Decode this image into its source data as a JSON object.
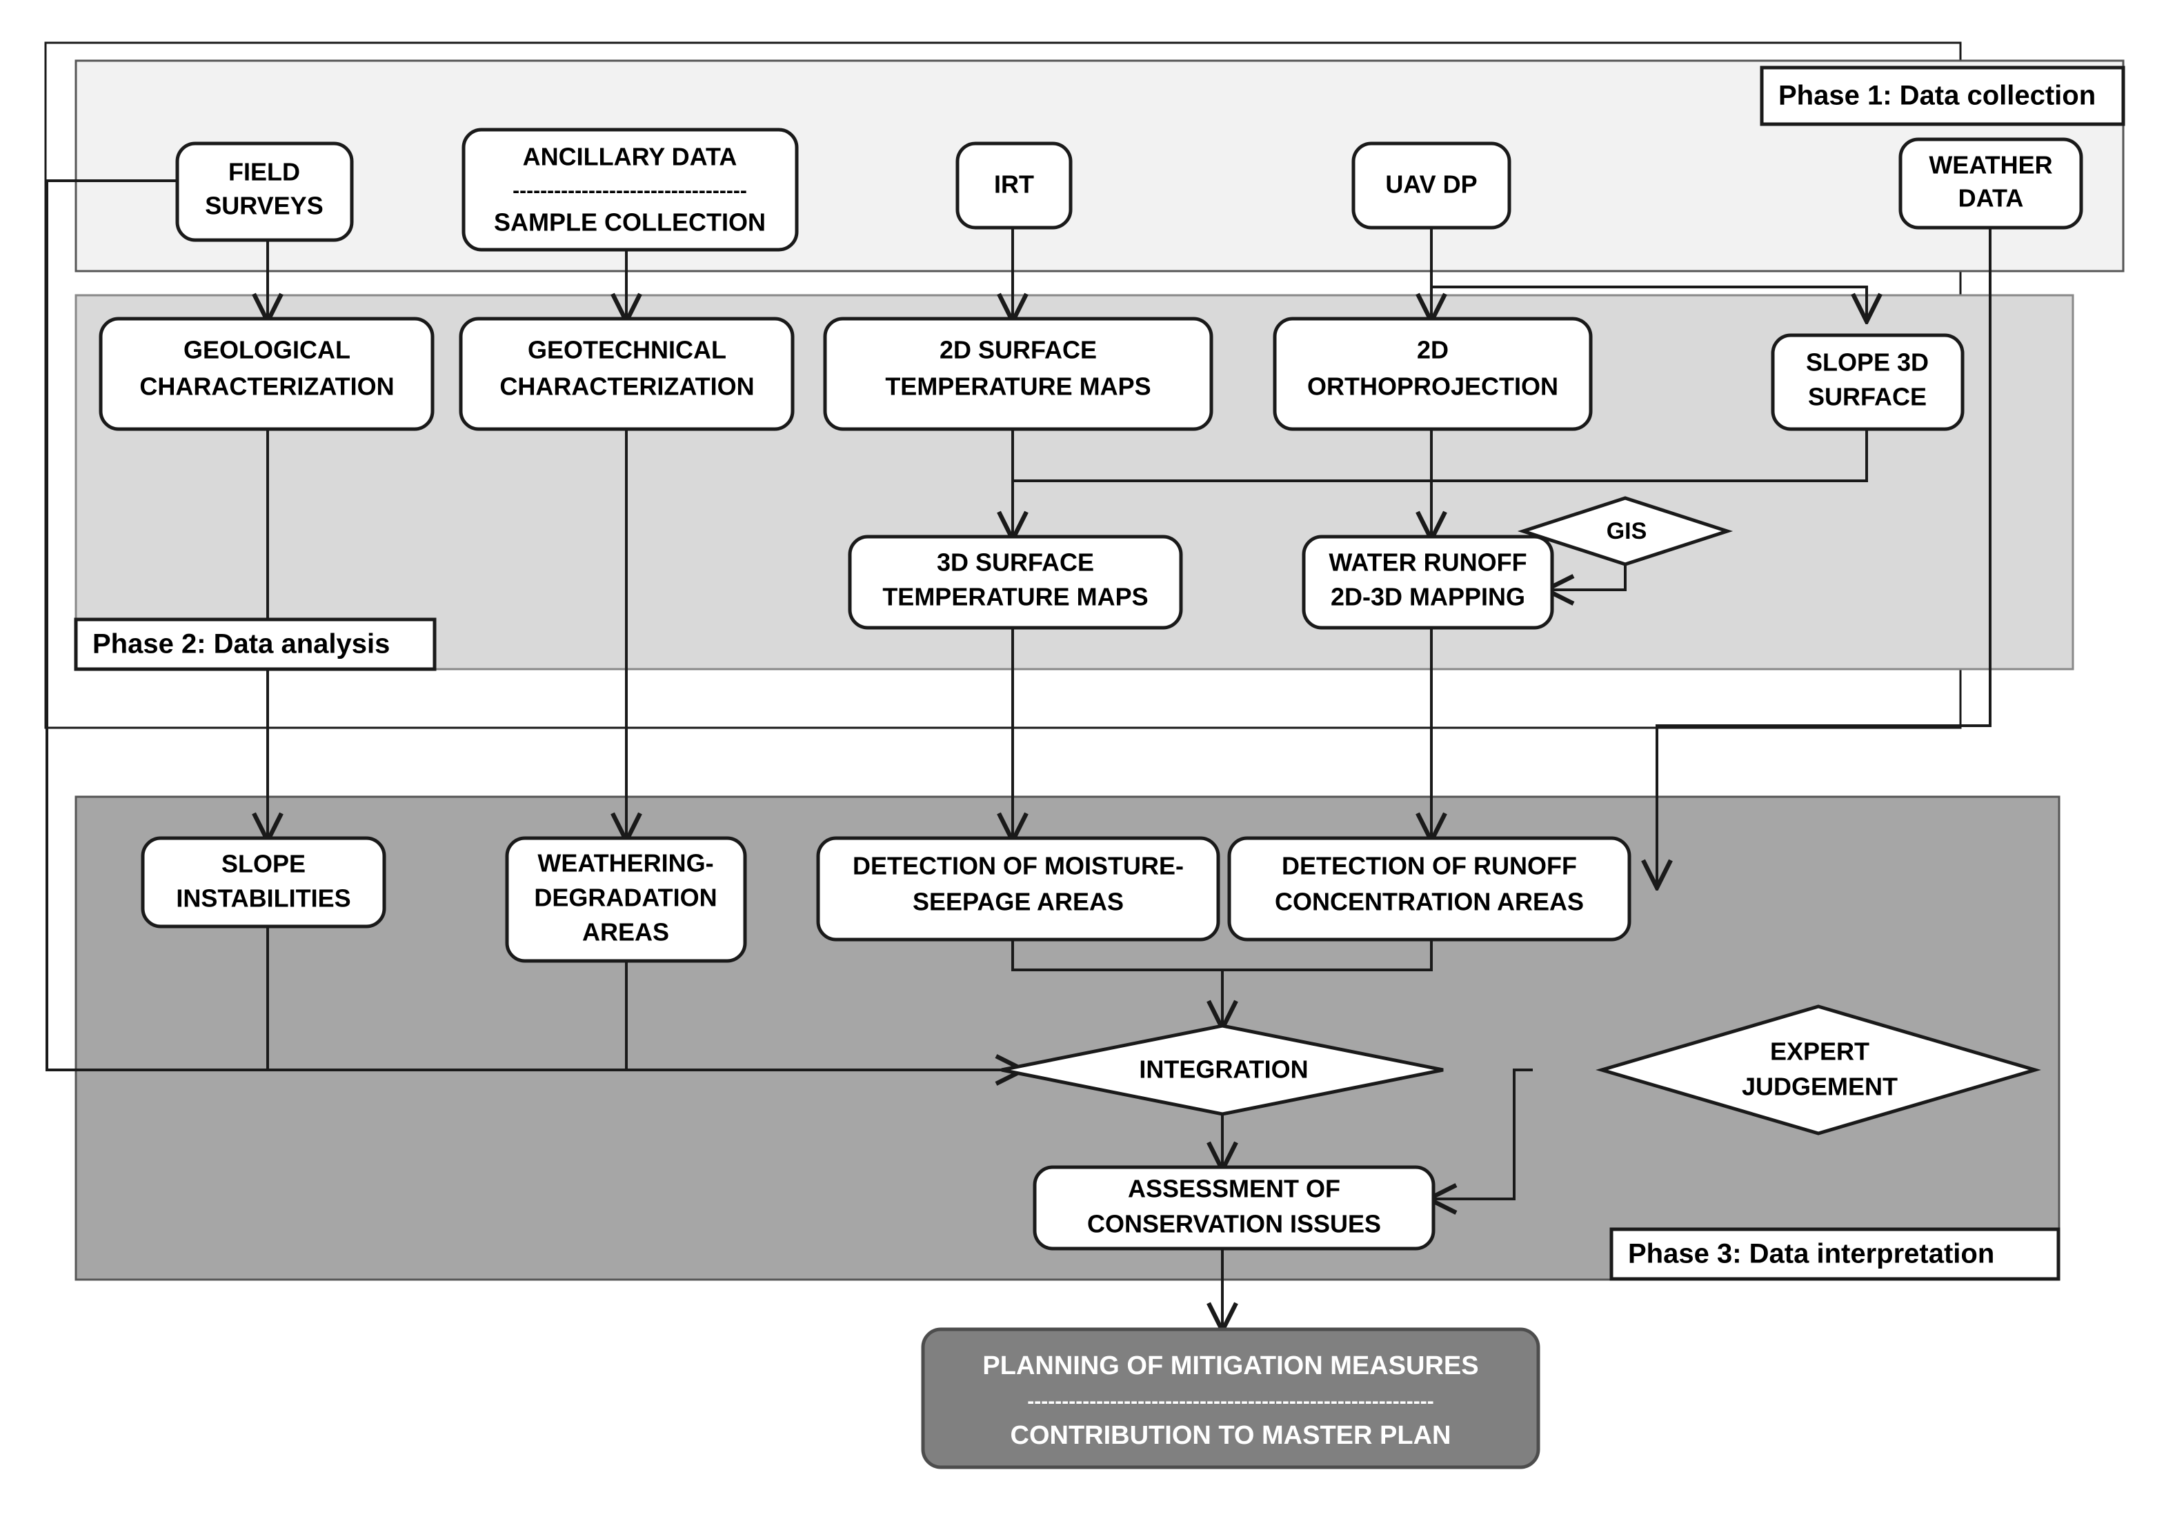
{
  "diagram": {
    "title": "Multi-phase workflow for rock slope conservation assessment",
    "colors": {
      "phase1_fill": "#f2f2f2",
      "phase2_fill": "#d9d9d9",
      "phase3_fill": "#a6a6a6",
      "node_fill": "#ffffff",
      "final_fill": "#808080",
      "stroke": "#1a1a1a",
      "final_text": "#ffffff",
      "canvas": "#ffffff"
    },
    "phases": [
      {
        "id": "phase1",
        "label": "Phase 1: Data collection"
      },
      {
        "id": "phase2",
        "label": "Phase 2: Data analysis"
      },
      {
        "id": "phase3",
        "label": "Phase 3: Data interpretation"
      }
    ],
    "nodes": {
      "field_surveys": {
        "line1": "FIELD",
        "line2": "SURVEYS"
      },
      "ancillary_data": {
        "line1": "ANCILLARY DATA",
        "divider": "----------------------------------",
        "line2": "SAMPLE COLLECTION"
      },
      "irt": {
        "line1": "IRT"
      },
      "uav_dp": {
        "line1": "UAV DP"
      },
      "weather_data": {
        "line1": "WEATHER",
        "line2": "DATA"
      },
      "geological_char": {
        "line1": "GEOLOGICAL",
        "line2": "CHARACTERIZATION"
      },
      "geotechnical_char": {
        "line1": "GEOTECHNICAL",
        "line2": "CHARACTERIZATION"
      },
      "surface_temp_2d": {
        "line1": "2D SURFACE",
        "line2": "TEMPERATURE MAPS"
      },
      "orthoprojection_2d": {
        "line1": "2D",
        "line2": "ORTHOPROJECTION"
      },
      "slope_3d_surface": {
        "line1": "SLOPE 3D",
        "line2": "SURFACE"
      },
      "surface_temp_3d": {
        "line1": "3D SURFACE",
        "line2": "TEMPERATURE MAPS"
      },
      "water_runoff": {
        "line1": "WATER RUNOFF",
        "line2": "2D-3D MAPPING"
      },
      "gis": {
        "line1": "GIS"
      },
      "slope_instabilities": {
        "line1": "SLOPE",
        "line2": "INSTABILITIES"
      },
      "weathering_areas": {
        "line1": "WEATHERING-",
        "line2": "DEGRADATION",
        "line3": "AREAS"
      },
      "moisture_seepage": {
        "line1": "DETECTION OF MOISTURE-",
        "line2": "SEEPAGE AREAS"
      },
      "runoff_concentration": {
        "line1": "DETECTION OF RUNOFF",
        "line2": "CONCENTRATION AREAS"
      },
      "integration": {
        "line1": "INTEGRATION"
      },
      "expert_judgement": {
        "line1": "EXPERT",
        "line2": "JUDGEMENT"
      },
      "assessment": {
        "line1": "ASSESSMENT OF",
        "line2": "CONSERVATION ISSUES"
      },
      "final_output": {
        "line1": "PLANNING OF MITIGATION MEASURES",
        "divider": "-----------------------------------------------------------",
        "line2": "CONTRIBUTION TO MASTER PLAN"
      }
    }
  }
}
